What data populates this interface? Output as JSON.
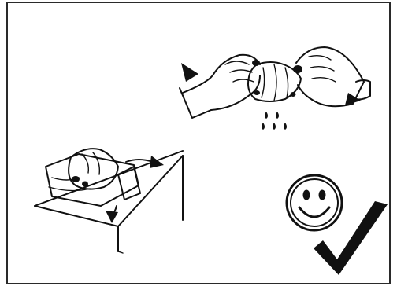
{
  "illustration": {
    "scenes": [
      {
        "name": "wringing-hands",
        "icon": "wringing-hands-icon"
      },
      {
        "name": "wiping-hands-on-towel",
        "icon": "wipe-on-towel-icon"
      },
      {
        "name": "approval",
        "icons": [
          "smiley-face-icon",
          "checkmark-icon"
        ]
      }
    ],
    "colors": {
      "ink": "#111111",
      "frame": "#2a2a2a",
      "background": "#ffffff"
    }
  }
}
